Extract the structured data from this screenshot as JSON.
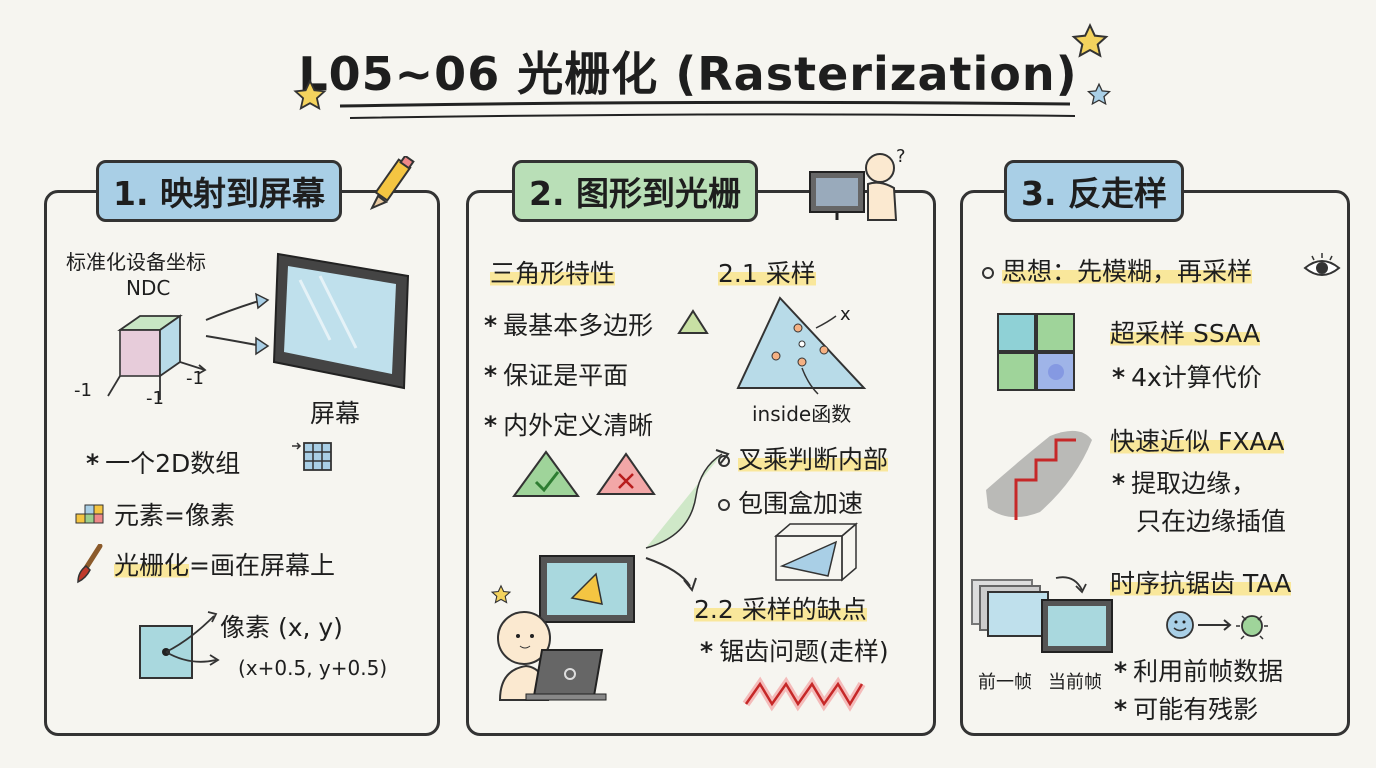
{
  "title": "L05~06 光栅化 (Rasterization)",
  "colors": {
    "blue_title": "#a9cfe6",
    "green_title": "#b9dfb7",
    "highlight": "#f9e79b",
    "ink": "#333333"
  },
  "panel1": {
    "title": "1. 映射到屏幕",
    "ndc_label": "标准化设备坐标",
    "ndc_abbr": "NDC",
    "axis_labels": [
      "-1",
      "-1",
      "-1"
    ],
    "screen_label": "屏幕",
    "bullet1": "一个2D数组",
    "bullet2": "元素=像素",
    "bullet3_hl": "光栅化",
    "bullet3_rest": "=画在屏幕上",
    "pixel_label": "像素 (x, y)",
    "pixel_center": "(x+0.5, y+0.5)"
  },
  "panel2": {
    "title": "2. 图形到光栅",
    "triangle_heading": "三角形特性",
    "triangle_items": [
      "最基本多边形",
      "保证是平面",
      "内外定义清晰"
    ],
    "sampling_heading": "2.1 采样",
    "x_mark": "x",
    "inside_label": "inside函数",
    "method1": "叉乘判断内部",
    "method2": "包围盒加速",
    "defect_heading": "2.2 采样的缺点",
    "defect_item": "锯齿问题(走样)",
    "question_mark": "?"
  },
  "panel3": {
    "title": "3. 反走样",
    "idea": "思想：先模糊，再采样",
    "ssaa_heading": "超采样 SSAA",
    "ssaa_item": "4x计算代价",
    "fxaa_heading": "快速近似 FXAA",
    "fxaa_item1": "提取边缘，",
    "fxaa_item2": "只在边缘插值",
    "taa_heading": "时序抗锯齿 TAA",
    "prev_frame": "前一帧",
    "curr_frame": "当前帧",
    "taa_item1": "利用前帧数据",
    "taa_item2": "可能有残影"
  }
}
